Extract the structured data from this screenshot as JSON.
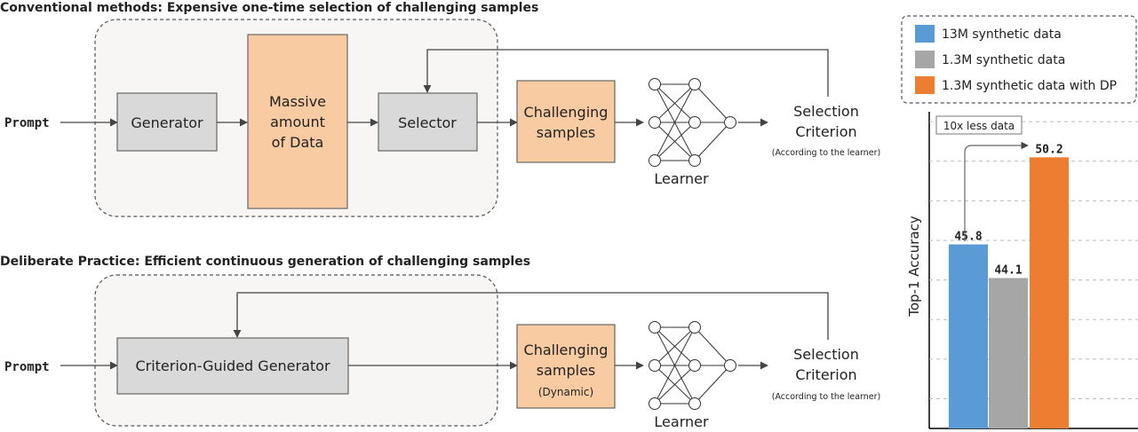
{
  "top": {
    "title": "Conventional methods: Expensive one-time selection of challenging samples",
    "prompt": "Prompt",
    "generator": "Generator",
    "massive_line1": "Massive",
    "massive_line2": "amount",
    "massive_line3": "of Data",
    "selector": "Selector",
    "challenging_line1": "Challenging",
    "challenging_line2": "samples",
    "learner": "Learner",
    "criterion_line1": "Selection",
    "criterion_line2": "Criterion",
    "criterion_note": "(According to the learner)"
  },
  "bottom": {
    "title": "Deliberate Practice: Efficient continuous generation of challenging samples",
    "prompt": "Prompt",
    "generator": "Criterion-Guided Generator",
    "challenging_line1": "Challenging",
    "challenging_line2": "samples",
    "challenging_line3": "(Dynamic)",
    "learner": "Learner",
    "criterion_line1": "Selection",
    "criterion_line2": "Criterion",
    "criterion_note": "(According to the learner)"
  },
  "colors": {
    "orange_box": "#f8cba3",
    "gray_box": "#d9d9d9",
    "blue_bar": "#5b9bd5",
    "gray_bar": "#a6a6a6",
    "orange_bar": "#ed7d31"
  },
  "chart_data": {
    "type": "bar",
    "ylabel": "Top-1 Accuracy",
    "ylim": [
      36.5,
      52.5
    ],
    "grid": true,
    "legend": "top",
    "annotation": "10x less data",
    "series": [
      {
        "name": "13M synthetic data",
        "value": 45.8,
        "label": "45.8",
        "color": "#5b9bd5"
      },
      {
        "name": "1.3M synthetic data",
        "value": 44.1,
        "label": "44.1",
        "color": "#a6a6a6"
      },
      {
        "name": "1.3M synthetic data with DP",
        "value": 50.2,
        "label": "50.2",
        "color": "#ed7d31"
      }
    ]
  }
}
